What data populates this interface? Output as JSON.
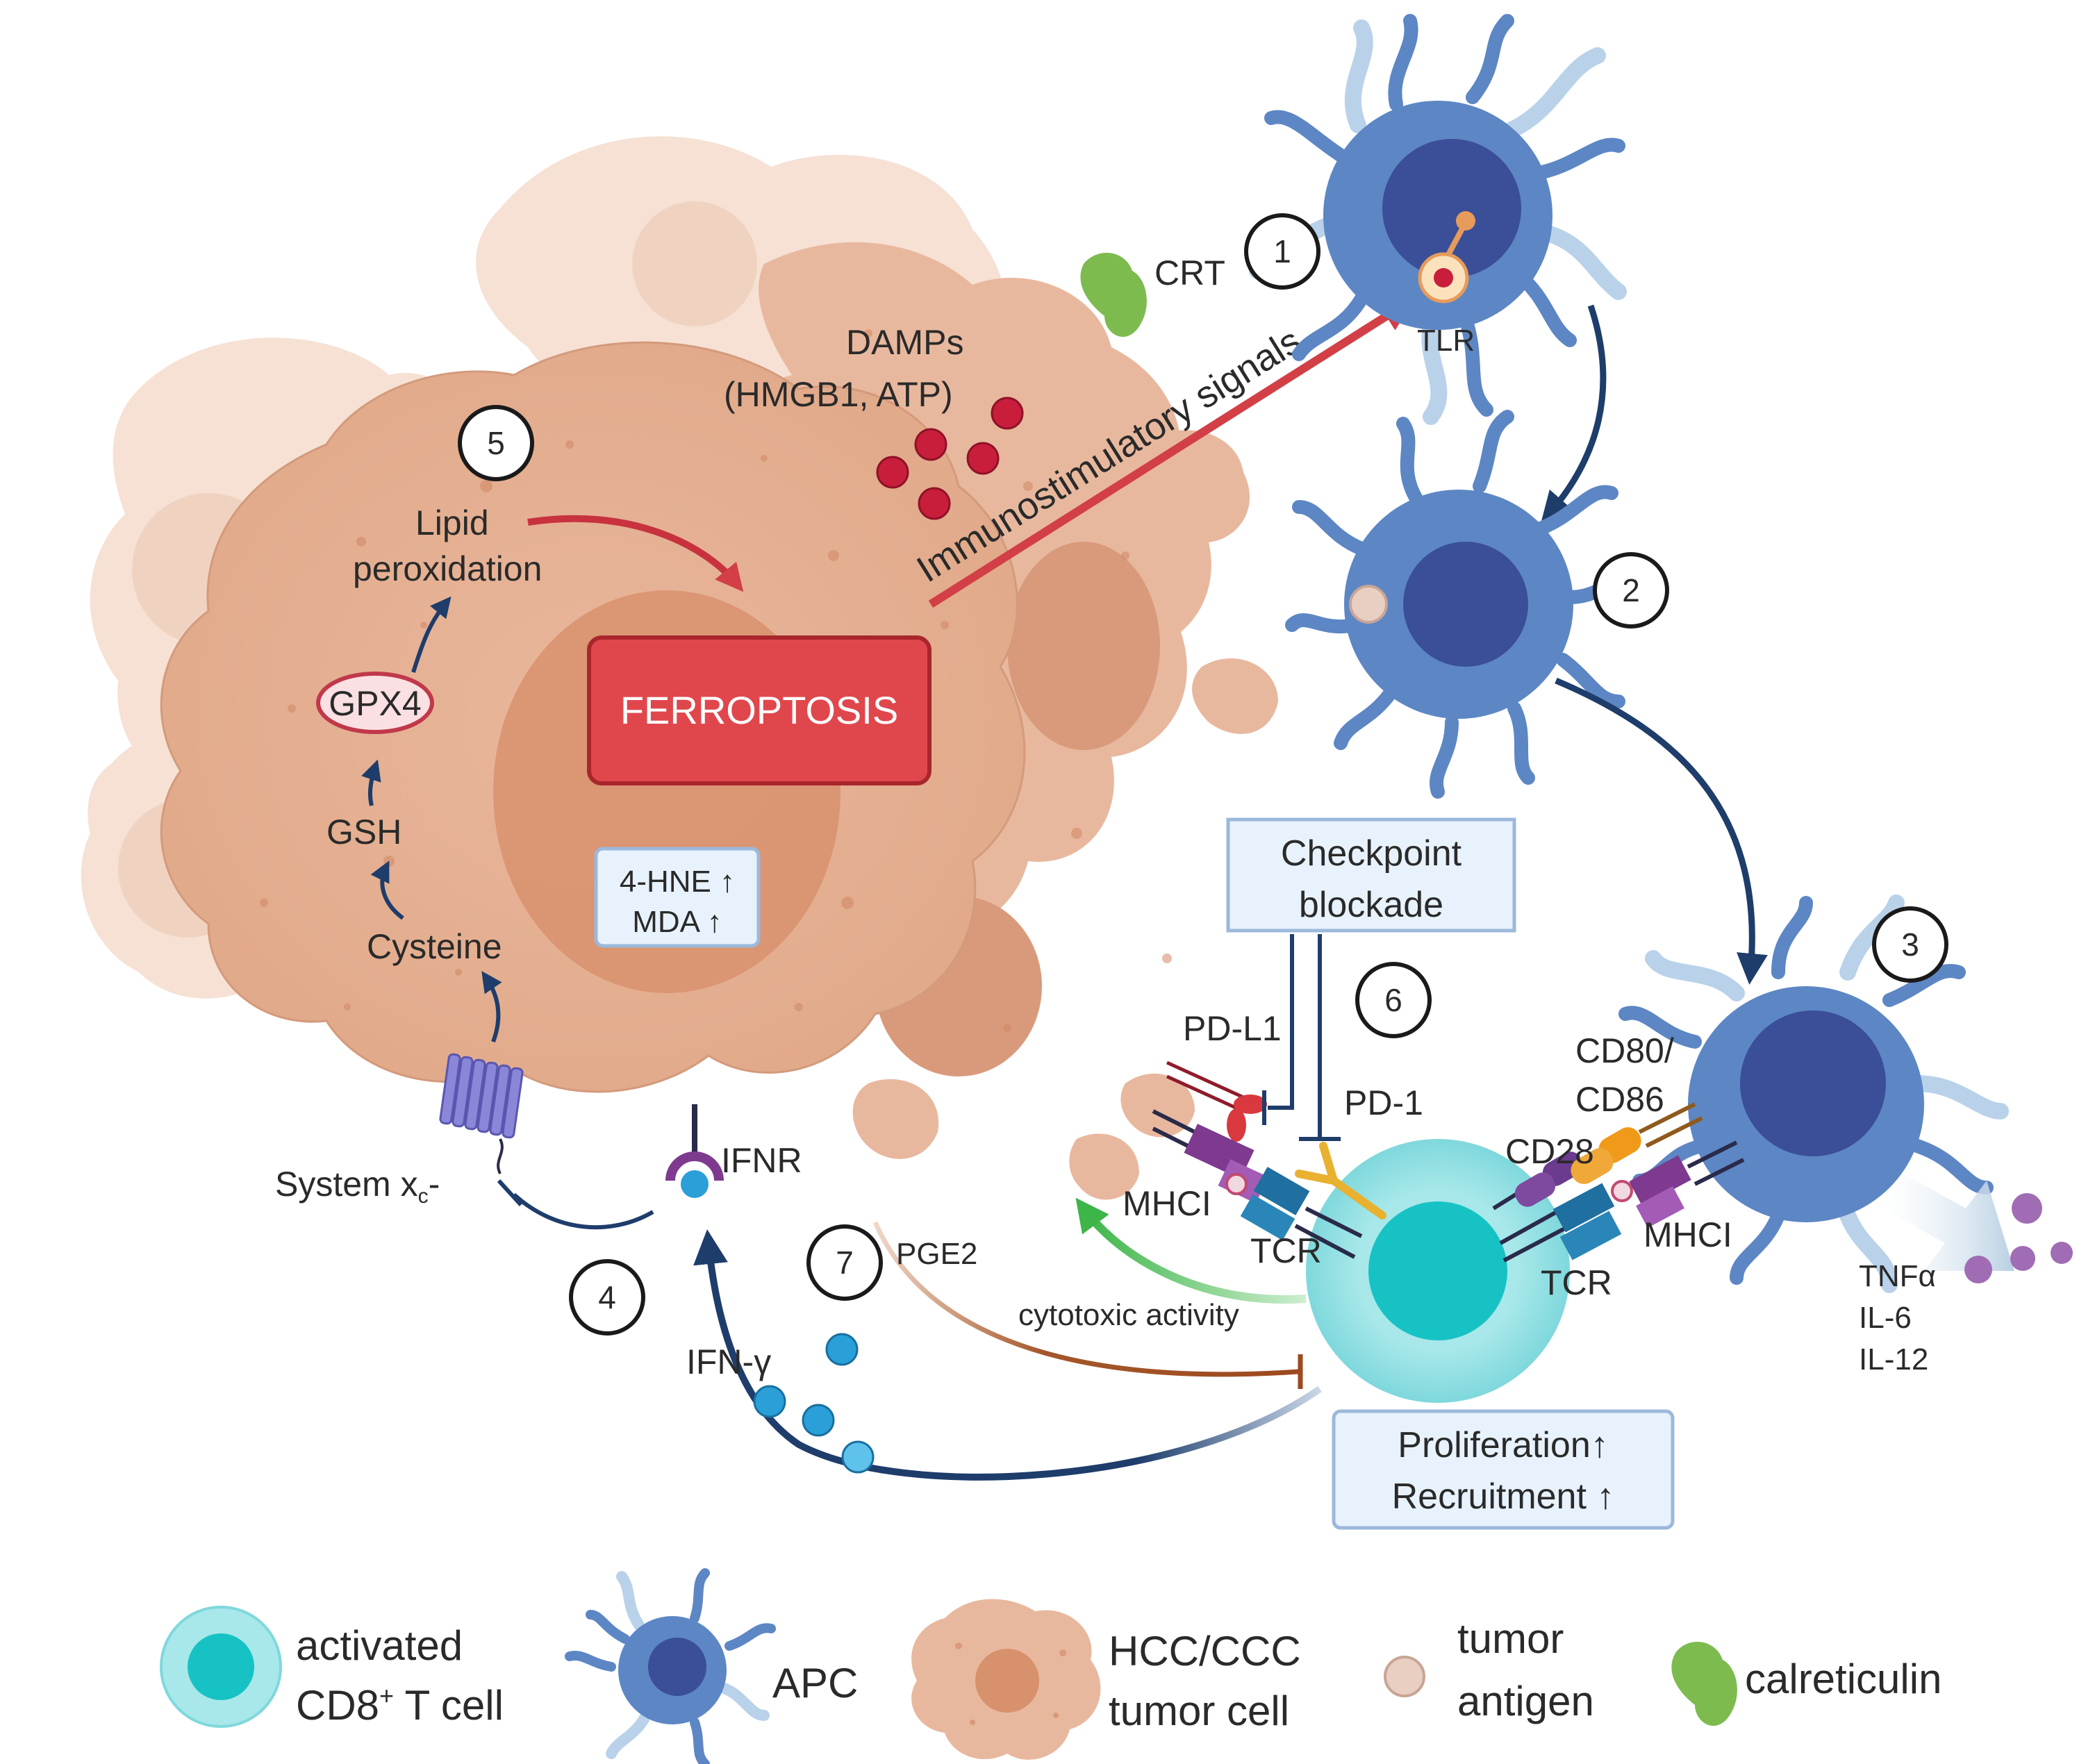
{
  "colors": {
    "tumor_light": "#f3d6c6",
    "tumor_mid": "#e8b89e",
    "tumor_dark": "#d99a7c",
    "nucleus": "#d4906c",
    "apc_body": "#5d86c4",
    "apc_nucleus": "#3a4f98",
    "apc_process": "#b9d2ea",
    "tcell_outer": "#9fe3e6",
    "tcell_inner": "#17c2c4",
    "ferroptosis": "#e0474c",
    "arrow_navy": "#1e3d6b",
    "arrow_red": "#d23f46",
    "arrow_green": "#3db548",
    "arrow_brown": "#9c4a1e",
    "damp": "#c81e3c",
    "ifn": "#2a9fd8",
    "cytokine": "#a06cb4",
    "crt": "#7dbb4f",
    "box_fill": "#e8f2fc",
    "box_stroke": "#9cb8db"
  },
  "steps": [
    "1",
    "2",
    "3",
    "4",
    "5",
    "6",
    "7"
  ],
  "labels": {
    "crt": "CRT",
    "tlr": "TLR",
    "damps_line1": "DAMPs",
    "damps_line2": "(HMGB1, ATP)",
    "immunostimulatory": "Immunostimulatory signals",
    "lipid_line1": "Lipid",
    "lipid_line2": "peroxidation",
    "gpx4": "GPX4",
    "gsh": "GSH",
    "cysteine": "Cysteine",
    "system_xc_main": "System x",
    "system_xc_sub": "c",
    "system_xc_end": "-",
    "ifnr": "IFNR",
    "ifn_gamma": "IFN-γ",
    "pge2": "PGE2",
    "cytotoxic": "cytotoxic activity",
    "pdl1": "PD-L1",
    "pd1": "PD-1",
    "mhci_left": "MHCI",
    "tcr_left": "TCR",
    "cd28": "CD28",
    "cd80_line1": "CD80/",
    "cd80_line2": "CD86",
    "mhci_right": "MHCI",
    "tcr_right": "TCR",
    "tnfa": "TNFα",
    "il6": "IL-6",
    "il12": "IL-12"
  },
  "boxes": {
    "ferroptosis": "FERROPTOSIS",
    "hne": "4-HNE ↑",
    "mda": "MDA ↑",
    "checkpoint_line1": "Checkpoint",
    "checkpoint_line2": "blockade",
    "proliferation": "Proliferation↑",
    "recruitment": "Recruitment ↑"
  },
  "legend": {
    "tcell_line1": "activated",
    "tcell_line2_main": "CD8",
    "tcell_line2_sup": "+",
    "tcell_line2_end": " T cell",
    "apc": "APC",
    "tumor_line1": "HCC/CCC",
    "tumor_line2": "tumor cell",
    "antigen_line1": "tumor",
    "antigen_line2": "antigen",
    "calreticulin": "calreticulin"
  }
}
